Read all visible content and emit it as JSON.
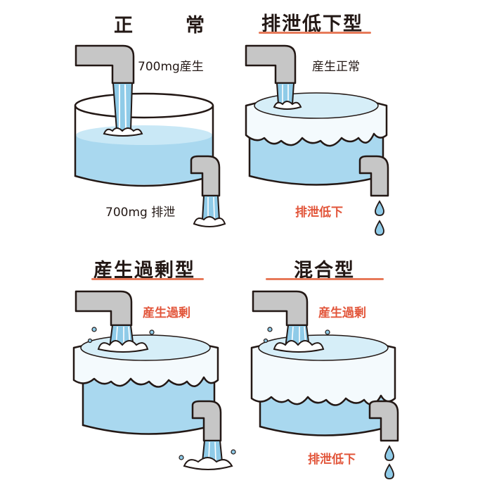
{
  "panels": [
    {
      "title": "正　常",
      "inflow_label": "700mg産生",
      "outflow_label": "700mg 排泄",
      "state": "normal"
    },
    {
      "title": "排泄低下型",
      "inflow_label": "産生正常",
      "outflow_label": "排泄低下",
      "state": "overflow-low-excretion"
    },
    {
      "title": "産生過剰型",
      "inflow_label": "産生過剰",
      "state": "overflow-high-production"
    },
    {
      "title": "混合型",
      "inflow_label": "産生過剰",
      "outflow_label": "排泄低下",
      "state": "overflow-mixed"
    }
  ],
  "colors": {
    "water": "#a9d8ef",
    "water_light": "#d6eef8",
    "foam": "#f4fafd",
    "pipe": "#c6c6c6",
    "outline": "#231815",
    "accent": "#e2553a",
    "underline": "#e77a5a"
  }
}
